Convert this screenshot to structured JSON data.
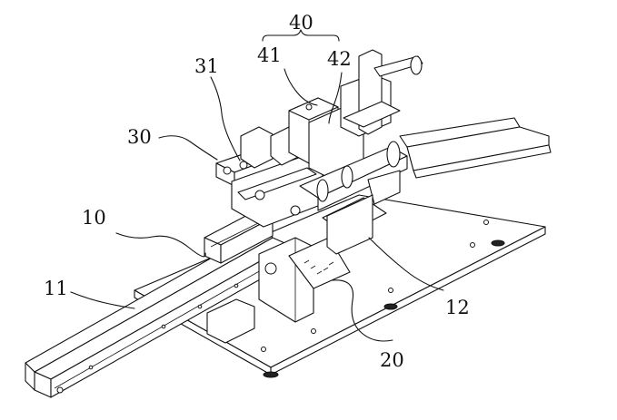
{
  "labels": {
    "l40": "40",
    "l41": "41",
    "l42": "42",
    "l31": "31",
    "l30": "30",
    "l10": "10",
    "l11": "11",
    "l12": "12",
    "l20": "20"
  }
}
